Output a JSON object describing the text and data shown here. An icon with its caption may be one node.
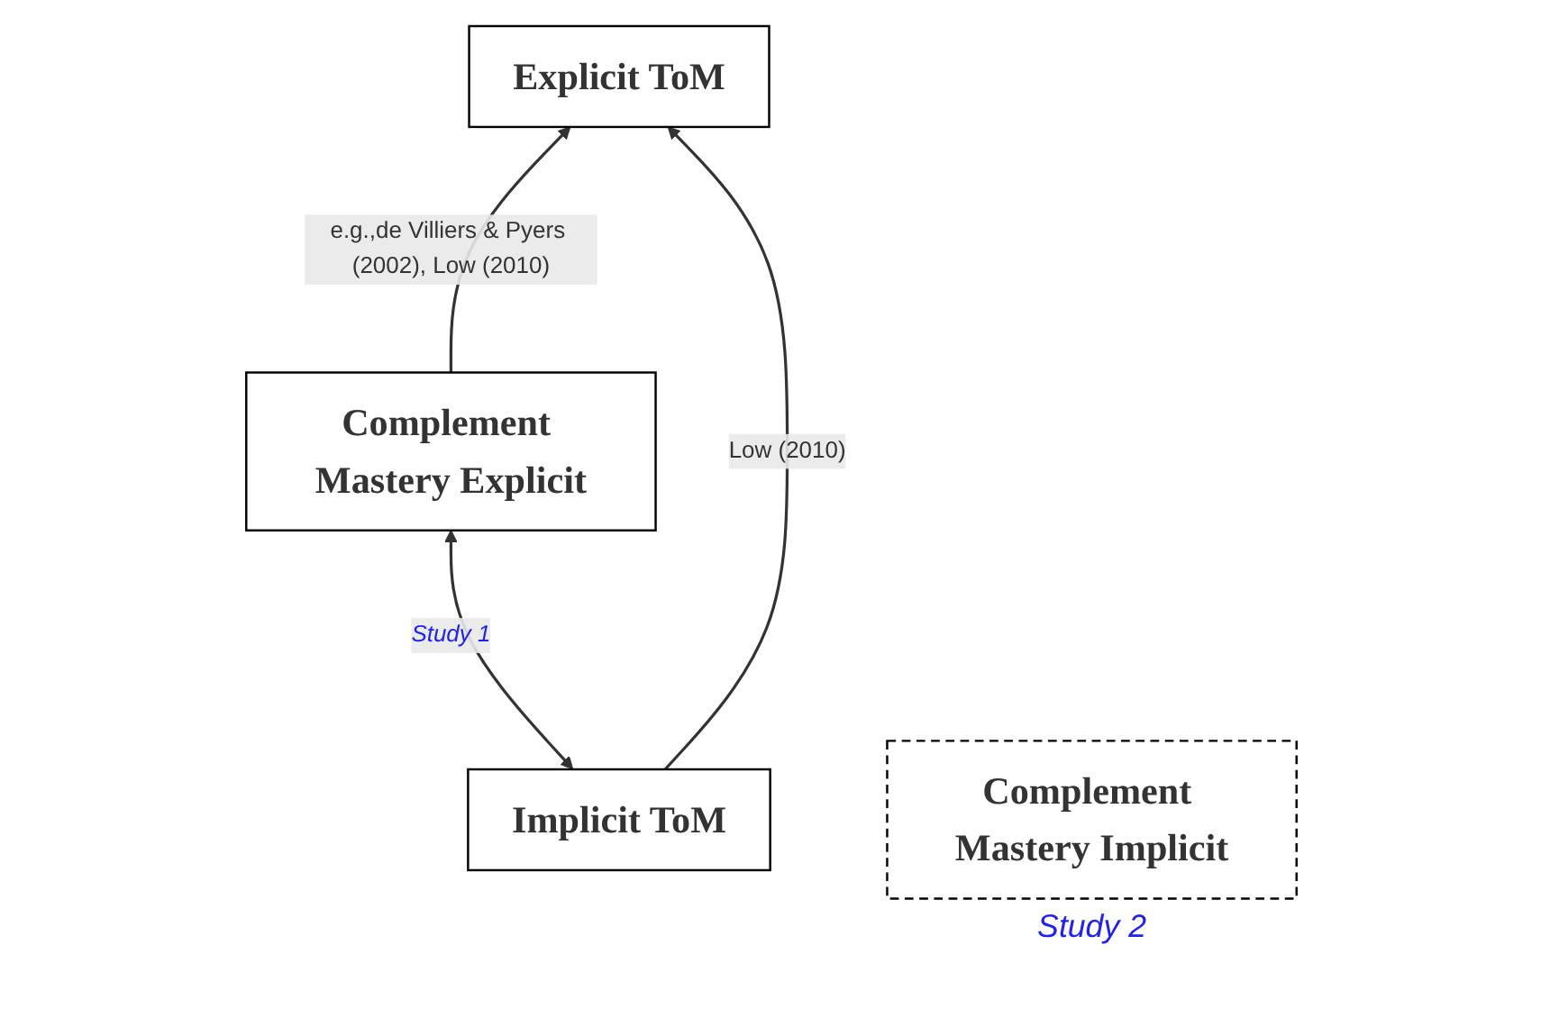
{
  "diagram": {
    "nodes": [
      {
        "text": [
          "Explicit ToM"
        ]
      },
      {
        "text": [
          "Complement Mastery Explicit"
        ]
      },
      {
        "text": [
          "Implicit ToM"
        ]
      },
      {
        "text": [
          "Complement Mastery Implicit"
        ],
        "beside": [
          "Study 2"
        ]
      }
    ],
    "edges": [
      {
        "from": 1,
        "to": 0,
        "arrow": "to",
        "label": "e.g.,de Villiers & Pyers (2002), Low (2010)"
      },
      {
        "from": 2,
        "to": 0,
        "arrow": "to",
        "label": "Low (2010)"
      },
      {
        "from": 2,
        "to": 1,
        "arrow": "both",
        "label": "Study 1"
      }
    ]
  }
}
